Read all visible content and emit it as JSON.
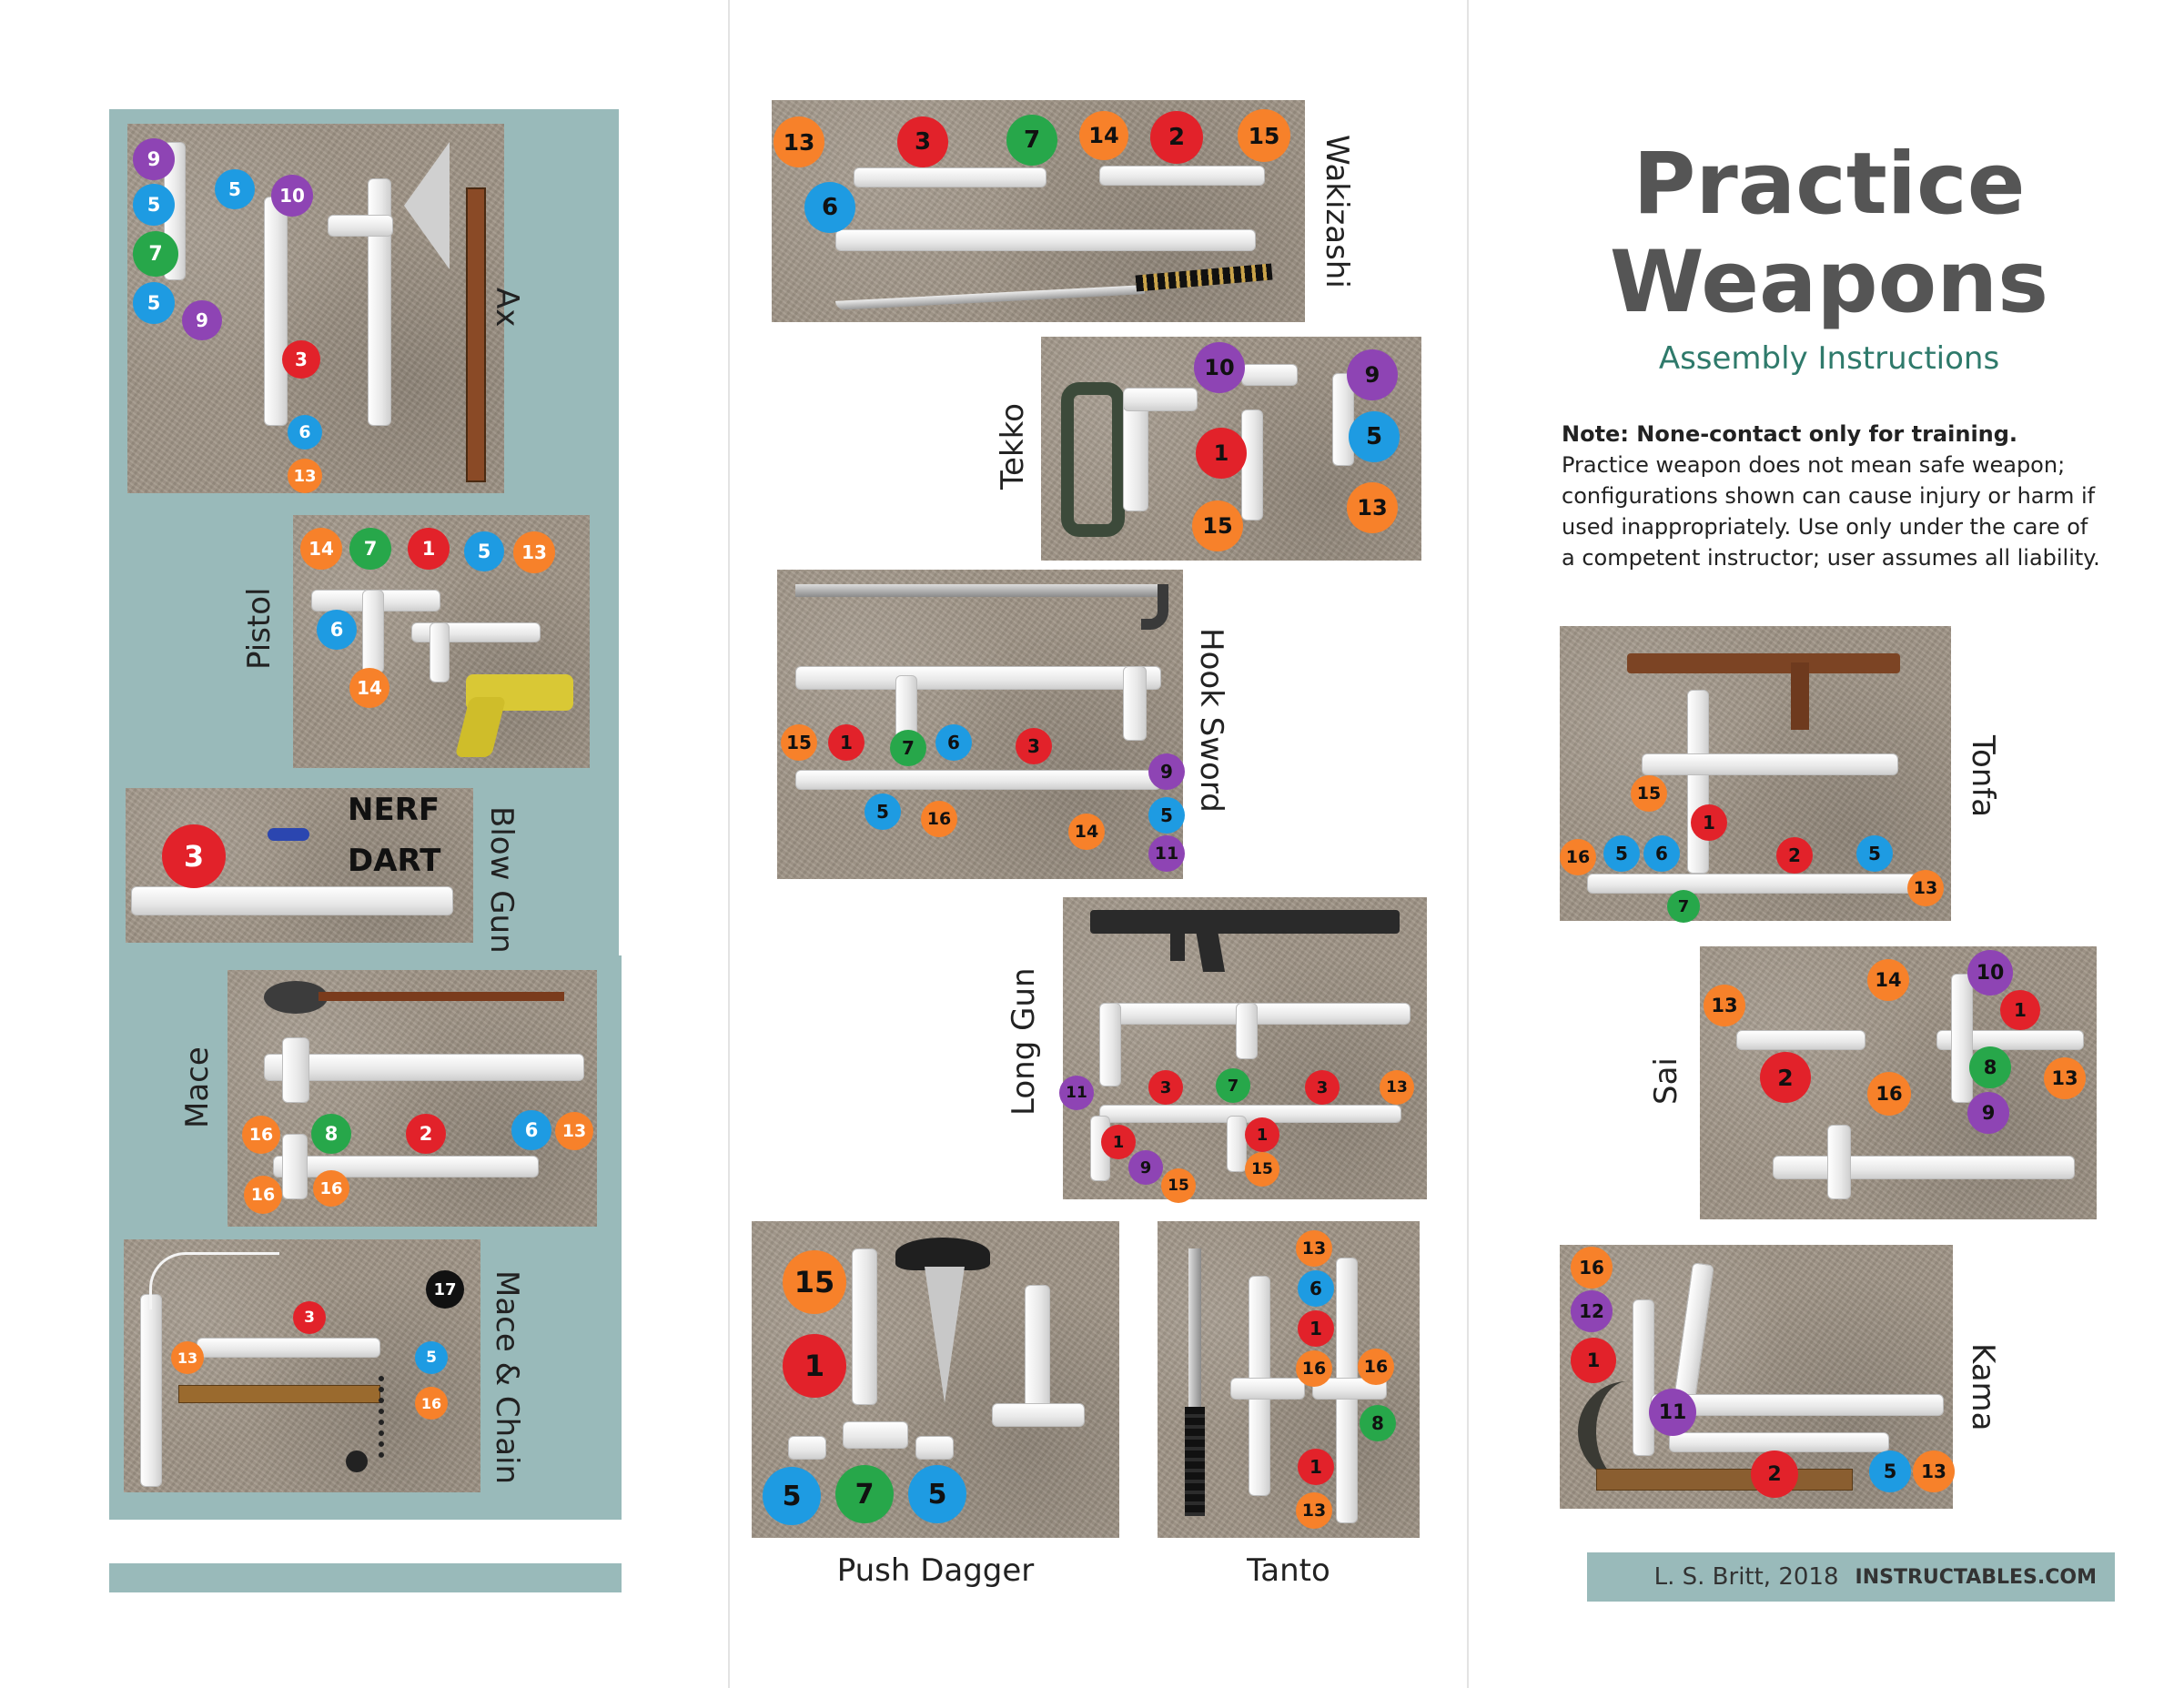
{
  "colors": {
    "orange": "#f7812a",
    "red": "#e2222a",
    "green": "#27a74a",
    "blue": "#1e9be2",
    "purple": "#8e44b4",
    "black": "#111111",
    "teal": "#99baba",
    "title_gray": "#555555",
    "subtitle_teal": "#2f7a6b"
  },
  "header": {
    "title_line1": "Practice",
    "title_line2": "Weapons",
    "subtitle": "Assembly Instructions"
  },
  "note": {
    "bold": "Note: None-contact only for training.",
    "body": "Practice weapon does not mean safe weapon; configurations shown can cause injury or harm if used inappropriately. Use only under the care of a competent instructor; user assumes all liability."
  },
  "footer": {
    "author": "L. S. Britt, 2018",
    "site": "INSTRUCTABLES.COM"
  },
  "weapons": {
    "ax": {
      "label": "Ax",
      "parts": [
        "9",
        "5",
        "7",
        "5",
        "9",
        "5",
        "10",
        "3",
        "6",
        "13"
      ]
    },
    "pistol": {
      "label": "Pistol",
      "parts": [
        "14",
        "7",
        "1",
        "5",
        "13",
        "6",
        "14"
      ]
    },
    "blowgun": {
      "label": "Blow Gun",
      "parts": [
        "3"
      ],
      "nerf_line1": "NERF",
      "nerf_line2": "DART"
    },
    "mace": {
      "label": "Mace",
      "parts": [
        "16",
        "8",
        "2",
        "6",
        "13",
        "16",
        "16"
      ]
    },
    "mace_chain": {
      "label": "Mace & Chain",
      "parts": [
        "17",
        "3",
        "13",
        "5",
        "16"
      ]
    },
    "wakizashi": {
      "label": "Wakizashi",
      "parts": [
        "13",
        "3",
        "7",
        "14",
        "2",
        "15",
        "6"
      ]
    },
    "tekko": {
      "label": "Tekko",
      "parts": [
        "10",
        "9",
        "1",
        "5",
        "15",
        "13"
      ]
    },
    "hook_sword": {
      "label": "Hook Sword",
      "parts": [
        "15",
        "1",
        "7",
        "6",
        "3",
        "9",
        "5",
        "16",
        "14",
        "5",
        "11"
      ]
    },
    "long_gun": {
      "label": "Long Gun",
      "parts": [
        "11",
        "3",
        "7",
        "3",
        "13",
        "1",
        "1",
        "9",
        "15",
        "15"
      ]
    },
    "push_dagger": {
      "label": "Push Dagger",
      "parts": [
        "15",
        "1",
        "5",
        "7",
        "5"
      ]
    },
    "tanto": {
      "label": "Tanto",
      "parts": [
        "13",
        "6",
        "1",
        "16",
        "16",
        "8",
        "1",
        "13"
      ]
    },
    "tonfa": {
      "label": "Tonfa",
      "parts": [
        "15",
        "1",
        "16",
        "5",
        "6",
        "2",
        "5",
        "7",
        "13"
      ]
    },
    "sai": {
      "label": "Sai",
      "parts": [
        "14",
        "10",
        "13",
        "1",
        "2",
        "8",
        "13",
        "16",
        "9"
      ]
    },
    "kama": {
      "label": "Kama",
      "parts": [
        "16",
        "12",
        "1",
        "11",
        "2",
        "5",
        "13"
      ]
    }
  }
}
